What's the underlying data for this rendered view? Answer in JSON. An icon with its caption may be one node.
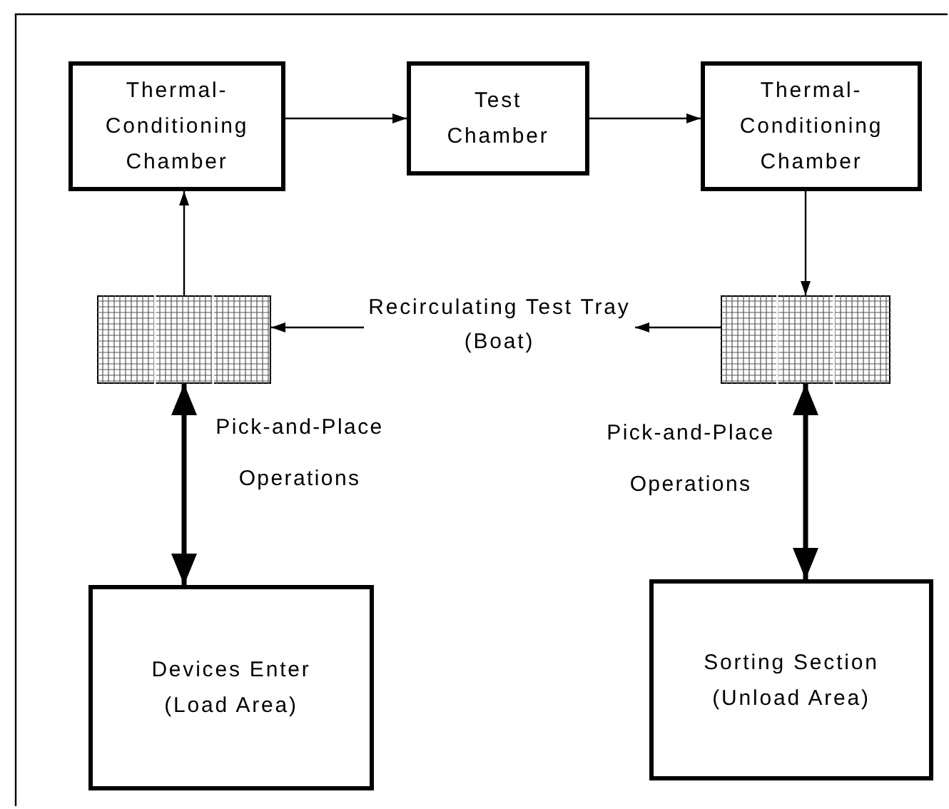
{
  "diagram": {
    "nodes": [
      {
        "text": [
          "Thermal-Conditioning Chamber"
        ]
      },
      {
        "text": [
          "Test Chamber"
        ]
      },
      {
        "text": [
          "Thermal-Conditioning Chamber"
        ]
      },
      {
        "text": [],
        "shape": "grid"
      },
      {
        "text": [
          "Recirculating Test Tray (Boat)"
        ]
      },
      {
        "text": [],
        "shape": "grid"
      },
      {
        "text": [
          "Devices Enter (Load Area)"
        ]
      },
      {
        "text": [
          "Sorting Section (Unload Area)"
        ]
      }
    ],
    "edges": [
      {
        "from": 0,
        "to": 1,
        "arrow": "to"
      },
      {
        "from": 1,
        "to": 2,
        "arrow": "to"
      },
      {
        "from": 2,
        "to": 5,
        "arrow": "to"
      },
      {
        "from": 5,
        "to": 4,
        "arrow": "to"
      },
      {
        "from": 4,
        "to": 3,
        "arrow": "to"
      },
      {
        "from": 3,
        "to": 0,
        "arrow": "to"
      },
      {
        "from": 3,
        "to": 6,
        "arrow": "both",
        "style": "thick",
        "label": "Pick-and-Place Operations"
      },
      {
        "from": 5,
        "to": 7,
        "arrow": "both",
        "style": "thick",
        "label": "Pick-and-Place Operations"
      }
    ]
  }
}
